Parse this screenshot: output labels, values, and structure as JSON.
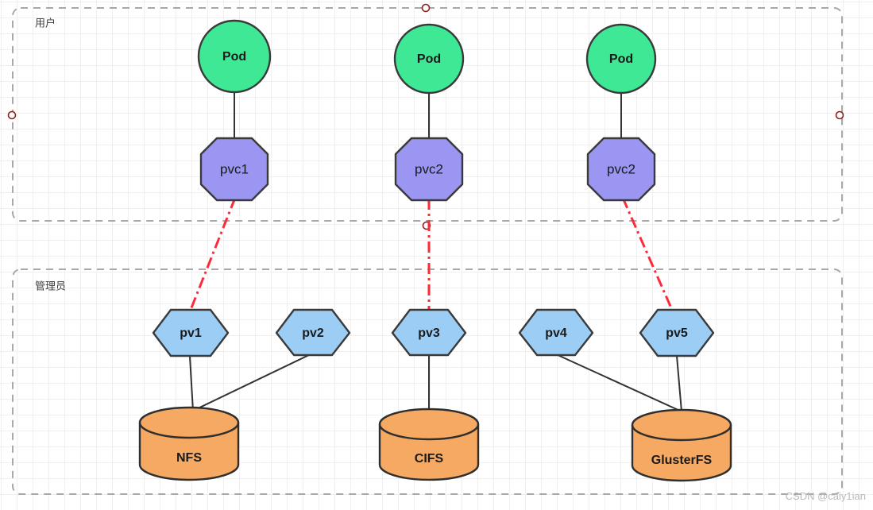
{
  "diagram": {
    "title_user_group": "用户",
    "title_admin_group": "管理员",
    "watermark": "CSDN @caiy1ian",
    "colors": {
      "pod_fill": "#3ee895",
      "pvc_fill": "#9b96f2",
      "pv_fill": "#9ccdf5",
      "storage_fill": "#f5a962",
      "shape_stroke": "#3a3a3a",
      "solid_edge": "#333333",
      "bound_edge": "#fb2b3a",
      "group_border": "#a8a8a8",
      "handle_stroke": "#8b2020",
      "grid_line": "#f0f0f0",
      "watermark_text": "#b9b9b9"
    },
    "pods": [
      {
        "id": "pod1",
        "label": "Pod"
      },
      {
        "id": "pod2",
        "label": "Pod"
      },
      {
        "id": "pod3",
        "label": "Pod"
      }
    ],
    "pvcs": [
      {
        "id": "pvc1",
        "label": "pvc1"
      },
      {
        "id": "pvc2",
        "label": "pvc2"
      },
      {
        "id": "pvc3",
        "label": "pvc2"
      }
    ],
    "pvs": [
      {
        "id": "pv1",
        "label": "pv1"
      },
      {
        "id": "pv2",
        "label": "pv2"
      },
      {
        "id": "pv3",
        "label": "pv3"
      },
      {
        "id": "pv4",
        "label": "pv4"
      },
      {
        "id": "pv5",
        "label": "pv5"
      }
    ],
    "storages": [
      {
        "id": "nfs",
        "label": "NFS"
      },
      {
        "id": "cifs",
        "label": "CIFS"
      },
      {
        "id": "glusterfs",
        "label": "GlusterFS"
      }
    ],
    "edges_solid": [
      {
        "from": "pod1",
        "to": "pvc1"
      },
      {
        "from": "pod2",
        "to": "pvc2"
      },
      {
        "from": "pod3",
        "to": "pvc3"
      },
      {
        "from": "pv1",
        "to": "nfs"
      },
      {
        "from": "pv2",
        "to": "nfs"
      },
      {
        "from": "pv3",
        "to": "cifs"
      },
      {
        "from": "pv4",
        "to": "glusterfs"
      },
      {
        "from": "pv5",
        "to": "glusterfs"
      }
    ],
    "edges_bound": [
      {
        "from": "pvc1",
        "to": "pv1"
      },
      {
        "from": "pvc2",
        "to": "pv3"
      },
      {
        "from": "pvc3",
        "to": "pv5"
      }
    ]
  }
}
